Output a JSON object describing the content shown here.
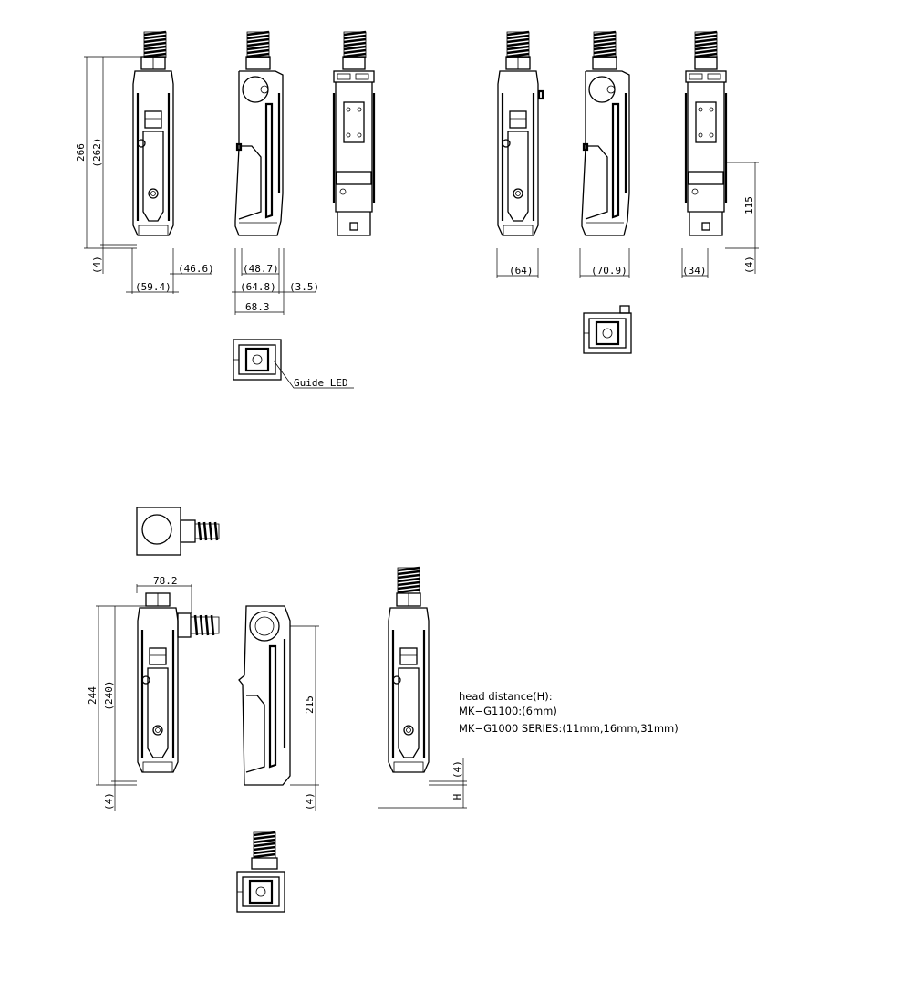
{
  "drawing": {
    "top_left": {
      "dims": {
        "overall_height": "266",
        "body_height": "(262)",
        "bottom_offset": "(4)",
        "front_inner_width": "(46.6)",
        "front_width": "(59.4)",
        "side_inner_width": "(48.7)",
        "side_width": "(64.8)",
        "side_protrusion": "(3.5)",
        "side_total_width": "68.3"
      },
      "callout": "Guide LED"
    },
    "top_right": {
      "dims": {
        "front_width": "(64)",
        "side_width": "(70.9)",
        "back_width": "(34)",
        "mount_height": "115",
        "bottom_offset": "(4)"
      }
    },
    "bottom": {
      "dims": {
        "angled_width": "78.2",
        "overall_height": "244",
        "body_height": "(240)",
        "bottom_offset_front": "(4)",
        "side_height": "215",
        "bottom_offset_side": "(4)",
        "head_offset": "(4)",
        "head_distance": "H"
      },
      "notes": [
        "head distance(H):",
        "MK−G1100:(6mm)",
        "MK−G1000 SERIES:(11mm,16mm,31mm)"
      ]
    }
  }
}
